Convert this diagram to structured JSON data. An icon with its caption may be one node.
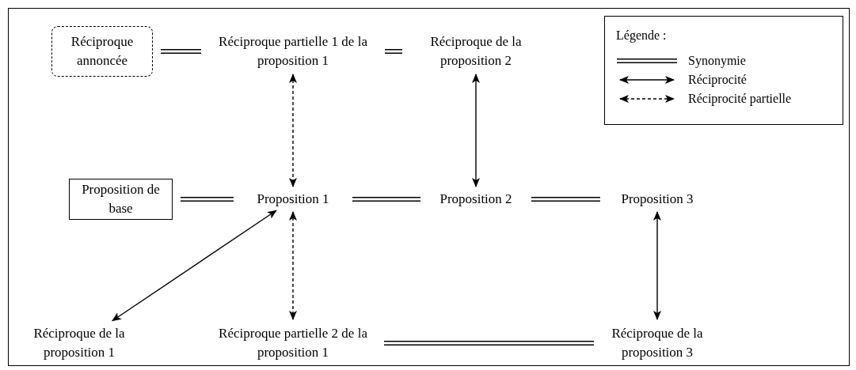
{
  "diagram": {
    "nodes": [
      {
        "text": [
          "Réciproque annoncée"
        ]
      },
      {
        "text": [
          "Réciproque partielle 1 de la proposition 1"
        ]
      },
      {
        "text": [
          "Réciproque de la proposition 2"
        ]
      },
      {
        "text": [
          "Proposition de base"
        ]
      },
      {
        "text": [
          "Proposition 1"
        ]
      },
      {
        "text": [
          "Proposition 2"
        ]
      },
      {
        "text": [
          "Proposition 3"
        ]
      },
      {
        "text": [
          "Réciproque de la proposition 1"
        ]
      },
      {
        "text": [
          "Réciproque partielle 2 de la proposition 1"
        ]
      },
      {
        "text": [
          "Réciproque de la proposition 3"
        ]
      }
    ],
    "edges": [
      {
        "from": 0,
        "to": 1,
        "arrow": "none"
      },
      {
        "from": 1,
        "to": 2,
        "arrow": "none"
      },
      {
        "from": 1,
        "to": 4,
        "arrow": "both",
        "style": "dashed"
      },
      {
        "from": 2,
        "to": 5,
        "arrow": "both"
      },
      {
        "from": 3,
        "to": 4,
        "arrow": "none"
      },
      {
        "from": 4,
        "to": 5,
        "arrow": "none"
      },
      {
        "from": 5,
        "to": 6,
        "arrow": "none"
      },
      {
        "from": 4,
        "to": 7,
        "arrow": "both"
      },
      {
        "from": 4,
        "to": 8,
        "arrow": "both",
        "style": "dashed"
      },
      {
        "from": 6,
        "to": 9,
        "arrow": "both"
      },
      {
        "from": 8,
        "to": 9,
        "arrow": "none"
      }
    ],
    "labels": [
      "Légende :"
    ],
    "legend": [
      {
        "text": "Synonymie"
      },
      {
        "text": "Réciprocité"
      },
      {
        "text": "Réciprocité partielle"
      }
    ]
  }
}
